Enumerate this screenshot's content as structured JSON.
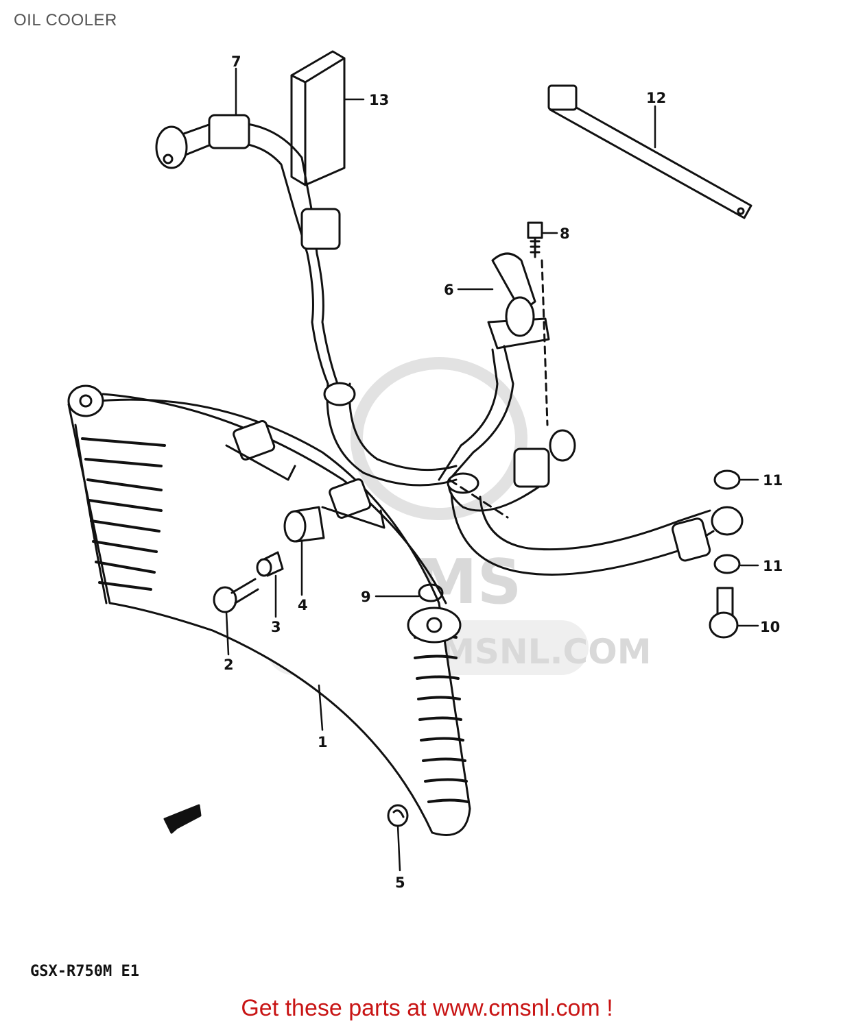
{
  "page": {
    "title": "OIL COOLER",
    "model_code": "GSX-R750M E1",
    "footer_text": "Get these parts at www.cmsnl.com !",
    "watermark": "WWW.CMSNL.COM",
    "watermark_logo": "CMS"
  },
  "callouts": {
    "c1": "1",
    "c2": "2",
    "c3": "3",
    "c4": "4",
    "c5": "5",
    "c6": "6",
    "c7": "7",
    "c8": "8",
    "c9": "9",
    "c10": "10",
    "c11a": "11",
    "c11b": "11",
    "c12": "12",
    "c13": "13"
  },
  "colors": {
    "line": "#111111",
    "footer": "#c81414",
    "title": "#555555",
    "watermark": "#d9d9d9"
  }
}
